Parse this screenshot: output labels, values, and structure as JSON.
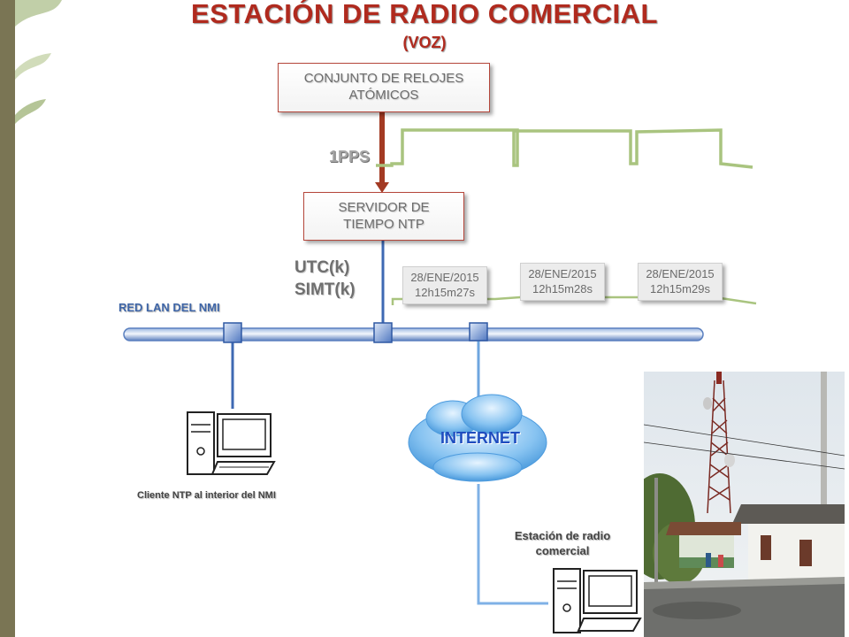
{
  "title": "ESTACIÓN DE RADIO COMERCIAL",
  "subtitle": "(VOZ)",
  "nodes": {
    "clocks": "CONJUNTO DE RELOJES ATÓMICOS",
    "ntp_server": "SERVIDOR DE TIEMPO NTP",
    "internet": "INTERNET"
  },
  "signals": {
    "pps": "1PPS",
    "utc_line1": "UTC(k)",
    "utc_line2": "SIMT(k)"
  },
  "timestamps": [
    {
      "date": "28/ENE/2015",
      "time": "12h15m27s"
    },
    {
      "date": "28/ENE/2015",
      "time": "12h15m28s"
    },
    {
      "date": "28/ENE/2015",
      "time": "12h15m29s"
    }
  ],
  "network": {
    "lan_label": "RED LAN DEL NMI",
    "client_label": "Cliente NTP al interior del NMI",
    "station_label": "Estación de radio comercial"
  },
  "photo": {
    "description_icon": "antenna-tower-photo"
  },
  "colors": {
    "title": "#b02a1e",
    "box_border": "#b5473b",
    "arrow": "#a33a23",
    "square_wave": "#a9c47f",
    "lan_blue": "#3f66a8",
    "sidebar": "#7a7554"
  }
}
